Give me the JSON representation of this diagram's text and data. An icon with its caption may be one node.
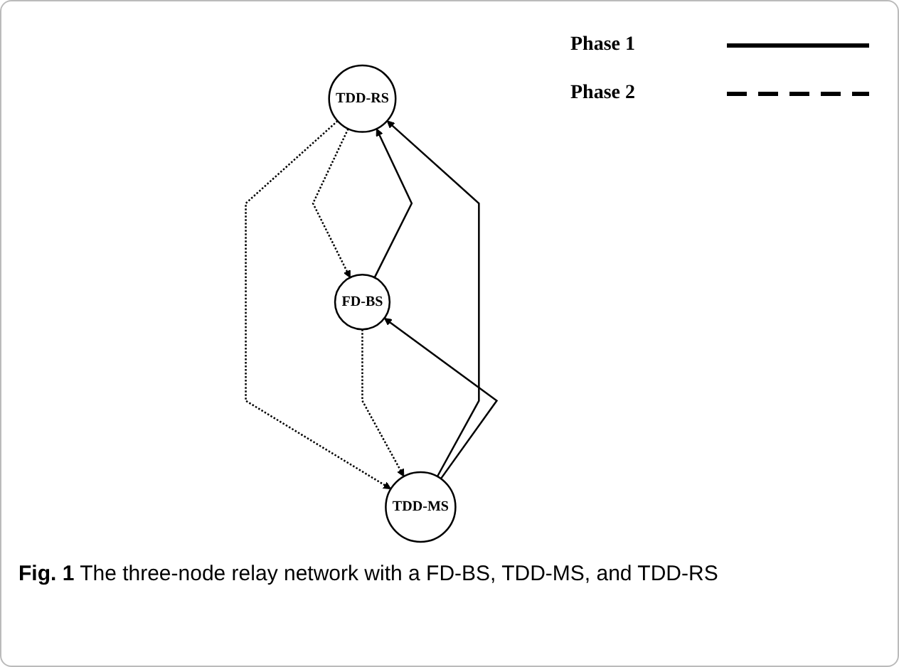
{
  "diagram": {
    "caption": "**Fig. 1** The three-node relay network with a FD-BS, TDD-MS, and TDD-RS",
    "nodes": [
      {
        "text": [
          "TDD-RS"
        ]
      },
      {
        "text": [
          "FD-BS"
        ]
      },
      {
        "text": [
          "TDD-MS"
        ]
      }
    ],
    "edges": [
      {
        "from": 1,
        "to": 0,
        "arrow": "to"
      },
      {
        "from": 0,
        "to": 1,
        "arrow": "to",
        "style": "dashed"
      },
      {
        "from": 2,
        "to": 0,
        "arrow": "to"
      },
      {
        "from": 0,
        "to": 2,
        "arrow": "to",
        "style": "dashed"
      },
      {
        "from": 2,
        "to": 1,
        "arrow": "to"
      },
      {
        "from": 1,
        "to": 2,
        "arrow": "to",
        "style": "dashed"
      }
    ],
    "legend": [
      {
        "text": "Phase 1"
      },
      {
        "text": "Phase 2"
      }
    ]
  }
}
